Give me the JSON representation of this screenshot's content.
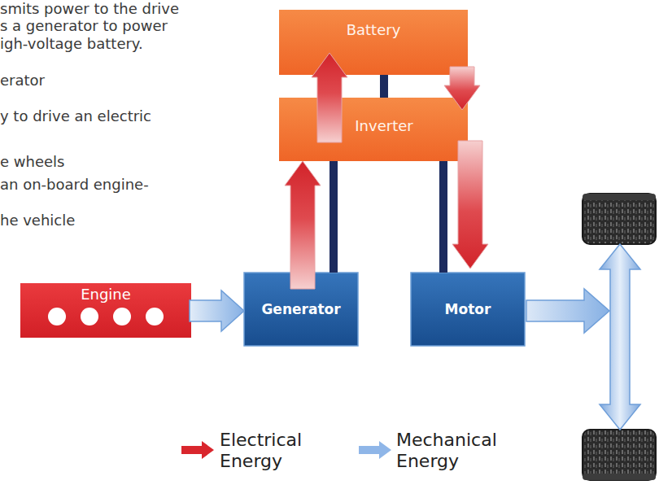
{
  "diagram": {
    "nodes": [
      {
        "text": [
          "Battery"
        ]
      },
      {
        "text": [
          "Inverter"
        ]
      },
      {
        "text": [
          "Engine"
        ]
      },
      {
        "text": [
          "Generator"
        ]
      },
      {
        "text": [
          "Motor"
        ]
      }
    ],
    "edges": [
      {
        "from": 2,
        "to": 3,
        "arrow": "to"
      },
      {
        "from": 3,
        "to": 1,
        "arrow": "to"
      },
      {
        "from": 1,
        "to": 0,
        "arrow": "to"
      },
      {
        "from": 0,
        "to": 1,
        "arrow": "to"
      },
      {
        "from": 1,
        "to": 4,
        "arrow": "to"
      },
      {
        "from": 0,
        "to": 1,
        "arrow": "none"
      },
      {
        "from": 1,
        "to": 3,
        "arrow": "none"
      },
      {
        "from": 1,
        "to": 4,
        "arrow": "none"
      }
    ],
    "labels": [
      "smits power to the drive",
      "s a generator to power",
      "igh-voltage battery.",
      "erator",
      "y to drive an electric",
      "e wheels",
      "an on-board engine-",
      "he vehicle"
    ],
    "legend": [
      {
        "text": "Electrical Energy",
        "color": "#d9262d"
      },
      {
        "text": "Mechanical Energy",
        "color": "#8fb6e8"
      }
    ]
  }
}
